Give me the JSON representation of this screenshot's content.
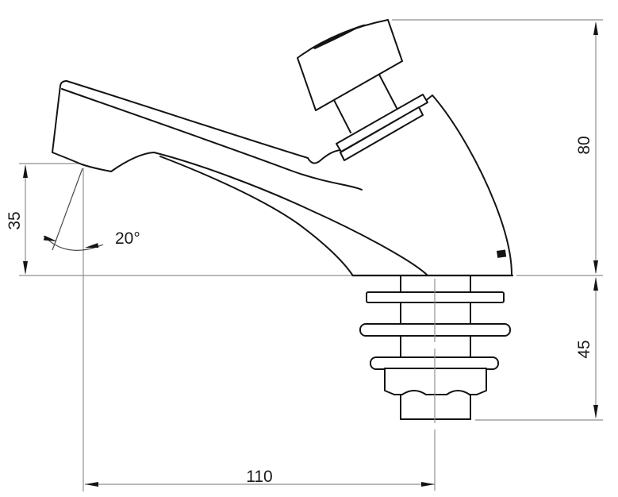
{
  "drawing": {
    "type": "technical-line-drawing",
    "subject": "Self-closing push-button pillar tap, side elevation with dimensions",
    "units_shown": false,
    "colors": {
      "outline": "#141414",
      "dimension_lines": "#8f8f8f",
      "text": "#1a1a1a",
      "background": "#ffffff"
    }
  },
  "dimensions": {
    "body_height_above_deck": "80",
    "shank_length_below_deck": "45",
    "outlet_height": "35",
    "spout_reach": "110",
    "outlet_angle": "20°"
  }
}
